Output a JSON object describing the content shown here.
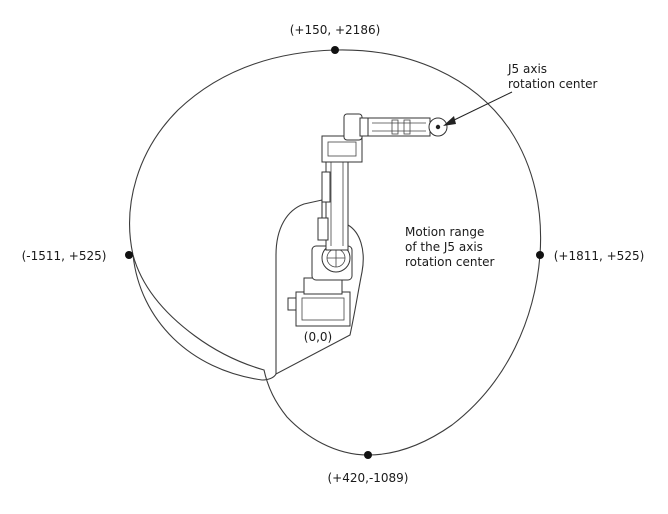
{
  "points": {
    "top": "(+150, +2186)",
    "left": "(-1511, +525)",
    "right": "(+1811, +525)",
    "bottom": "(+420,-1089)",
    "origin": "(0,0)"
  },
  "annotations": {
    "j5_center_line1": "J5 axis",
    "j5_center_line2": "rotation center",
    "range_line1": "Motion range",
    "range_line2": "of the J5 axis",
    "range_line3": "rotation center"
  }
}
